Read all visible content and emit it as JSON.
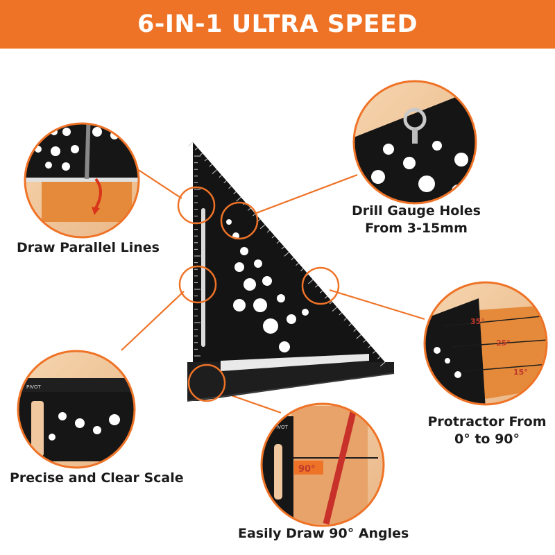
{
  "banner": {
    "title": "6-IN-1 ULTRA SPEED"
  },
  "features": {
    "parallel": "Draw Parallel Lines",
    "drill_line1": "Drill Gauge Holes",
    "drill_line2": "From 3-15mm",
    "scale": "Precise and Clear Scale",
    "protractor_line1": "Protractor From",
    "protractor_line2": "0° to 90°",
    "angle90": "Easily Draw 90° Angles"
  },
  "callouts": {
    "angle_35": "35°",
    "angle_25": "25°",
    "angle_15": "15°",
    "angle_90": "90°",
    "pivot_left": "PIVOT",
    "pivot_mid": "PIVOT"
  },
  "colors": {
    "accent": "#ef7327",
    "tool": "#141414",
    "wood": "#f0c9a0",
    "text": "#1b1b1b"
  },
  "icons": [
    "pencil-icon",
    "curved-arrow-icon",
    "ring-bolt-icon"
  ]
}
